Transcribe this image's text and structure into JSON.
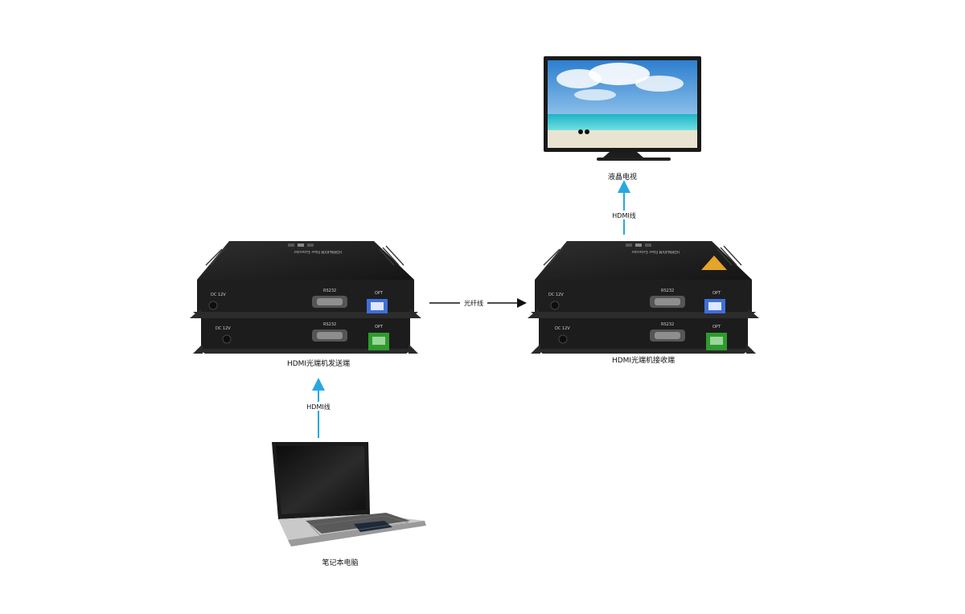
{
  "labels": {
    "tv": "液晶电视",
    "transmitter": "HDMI光端机发送端",
    "receiver": "HDMI光端机接收端",
    "laptop": "笔记本电脑",
    "fiber_link": "光纤线",
    "hdmi_link_top": "HDMI线",
    "hdmi_link_bottom": "HDMI线"
  },
  "device": {
    "top_label": "HDMI&KVM Fiber Extender",
    "port_dc": "DC 12V",
    "port_rs232": "RS232",
    "port_opt": "OPT"
  },
  "colors": {
    "hdmi_arrow": "#29a8e0",
    "fiber_arrow": "#111111",
    "device_body": "#1c1c1c",
    "screen_sky": "#3a8fd6",
    "screen_sea": "#34c2c9",
    "sfp_green": "#2e9b2e",
    "sfp_blue": "#3f6fd8"
  },
  "icons": [
    "tv-icon",
    "laptop-icon",
    "fiber-extender-icon",
    "brand-logo-icon"
  ]
}
